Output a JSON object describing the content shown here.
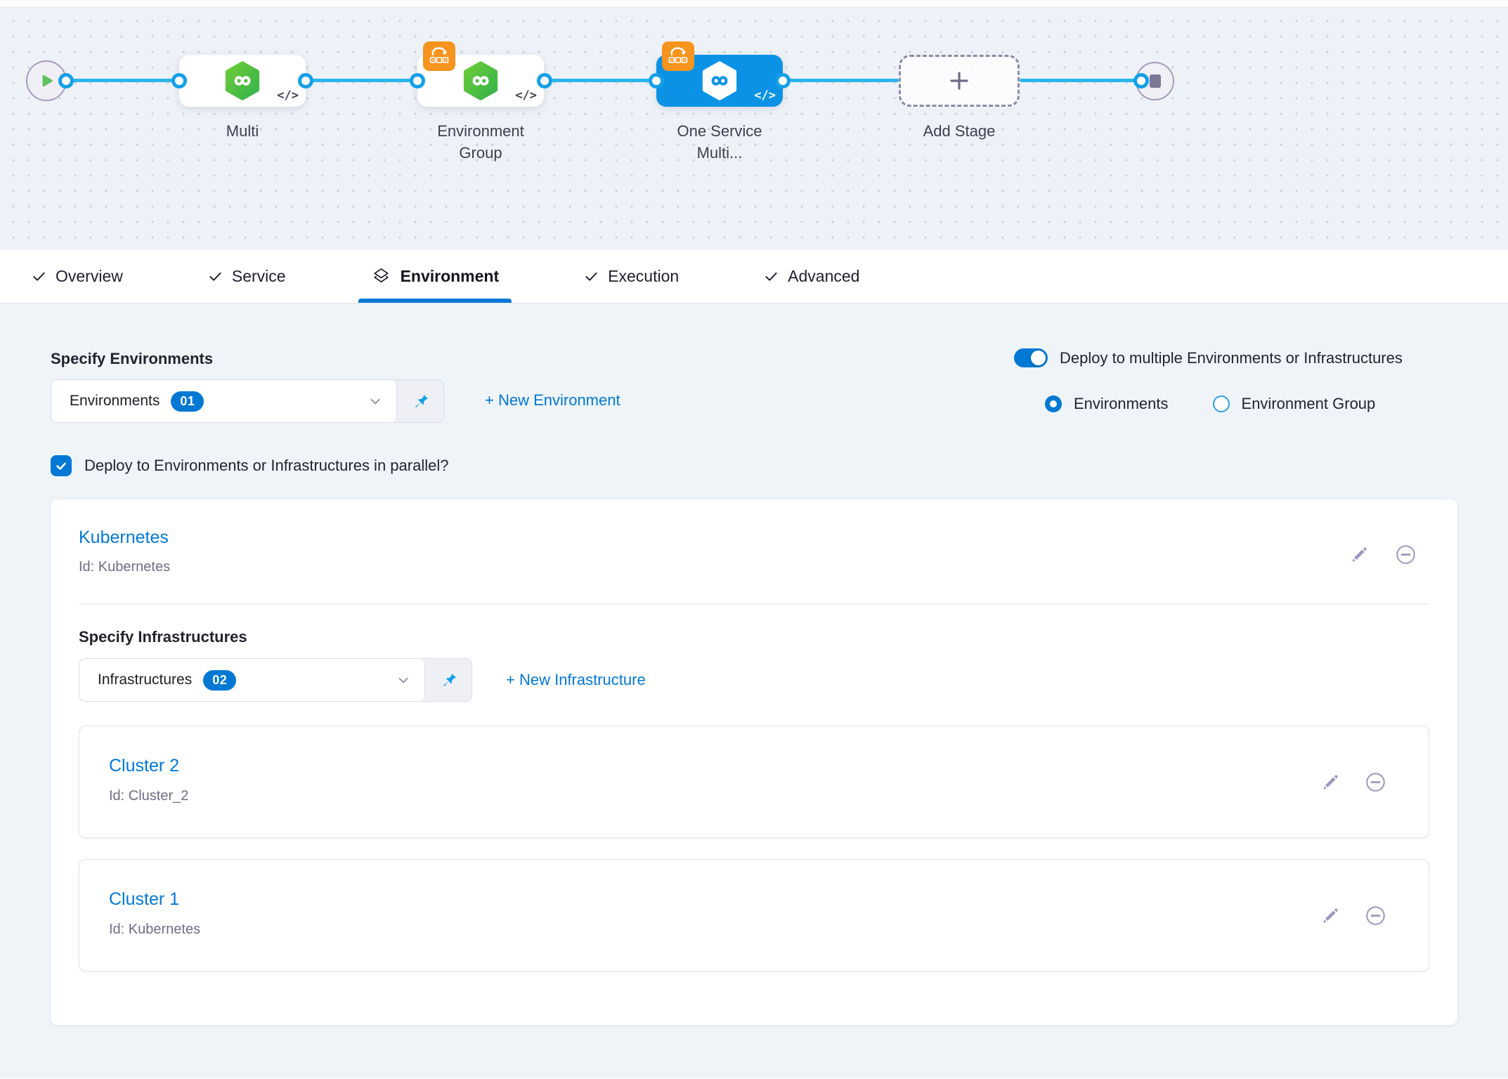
{
  "colors": {
    "primary_blue": "#0278d5",
    "node_selected_blue": "#0b92e4",
    "connector_blue": "#2cb5ec",
    "harness_green": "#4cbf3b",
    "loop_badge_orange": "#f7941e"
  },
  "pipeline": {
    "stages": [
      {
        "label": "Multi"
      },
      {
        "label": "Environment Group"
      },
      {
        "label": "One Service Multi..."
      }
    ],
    "add_stage": {
      "label": "Add Stage"
    },
    "code_icon": "</>"
  },
  "tabs": {
    "items": [
      {
        "label": "Overview"
      },
      {
        "label": "Service"
      },
      {
        "label": "Environment"
      },
      {
        "label": "Execution"
      },
      {
        "label": "Advanced"
      }
    ],
    "active": "Environment"
  },
  "environment_section": {
    "specify_environments_label": "Specify Environments",
    "environments_dropdown": {
      "value": "Environments",
      "count": "01"
    },
    "new_environment_link": "+ New Environment",
    "deploy_multiple_toggle_label": "Deploy to multiple Environments or Infrastructures",
    "radio_environments_label": "Environments",
    "radio_environment_group_label": "Environment Group",
    "parallel_checkbox_label": "Deploy to Environments or Infrastructures in parallel?"
  },
  "environment_card": {
    "name": "Kubernetes",
    "id": "Id: Kubernetes",
    "specify_infrastructures_label": "Specify Infrastructures",
    "infrastructures_dropdown": {
      "value": "Infrastructures",
      "count": "02"
    },
    "new_infrastructure_link": "+ New Infrastructure",
    "infrastructures": [
      {
        "name": "Cluster 2",
        "id": "Id: Cluster_2"
      },
      {
        "name": "Cluster 1",
        "id": "Id: Kubernetes"
      }
    ]
  }
}
